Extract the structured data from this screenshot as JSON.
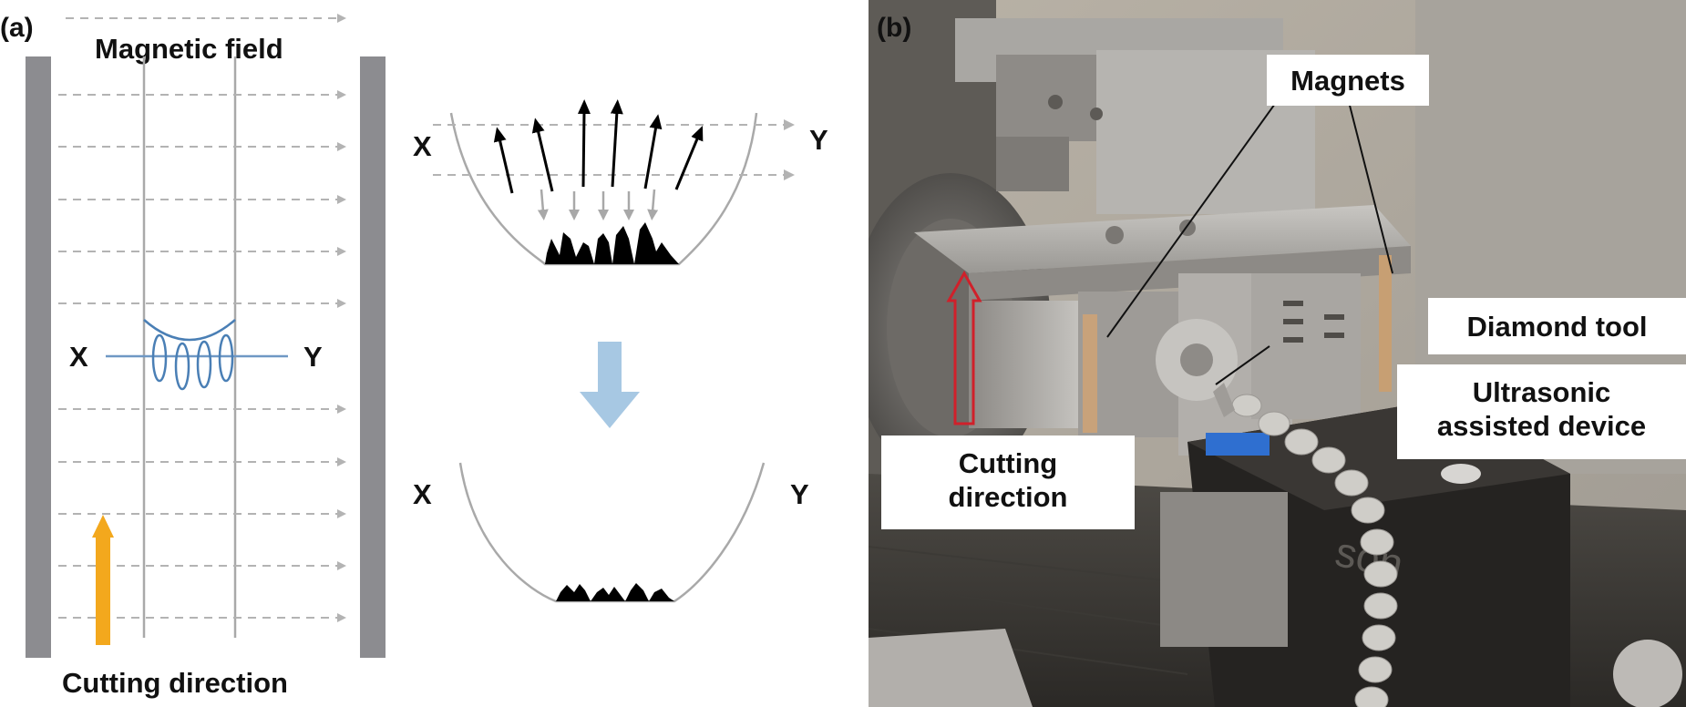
{
  "panel_a": {
    "tag": "(a)",
    "magnetic_field_label": "Magnetic field",
    "cutting_direction_label": "Cutting direction",
    "x_label": "X",
    "y_label": "Y",
    "upper_x_label": "X",
    "upper_y_label": "Y",
    "lower_x_label": "X",
    "lower_y_label": "Y"
  },
  "panel_b": {
    "tag": "(b)",
    "magnets_label": "Magnets",
    "diamond_tool_label": "Diamond tool",
    "ultrasonic_line1": "Ultrasonic",
    "ultrasonic_line2": "assisted device",
    "cutting_line1": "Cutting",
    "cutting_line2": "direction"
  },
  "colors": {
    "field_arrow": "#b3b3b3",
    "magnet_bar": "#8c8c90",
    "ellipse_blue": "#4a7fb5",
    "cutting_arrow": "#f3a81d",
    "process_arrow": "#a7c8e3",
    "callout_red": "#d0202a"
  }
}
